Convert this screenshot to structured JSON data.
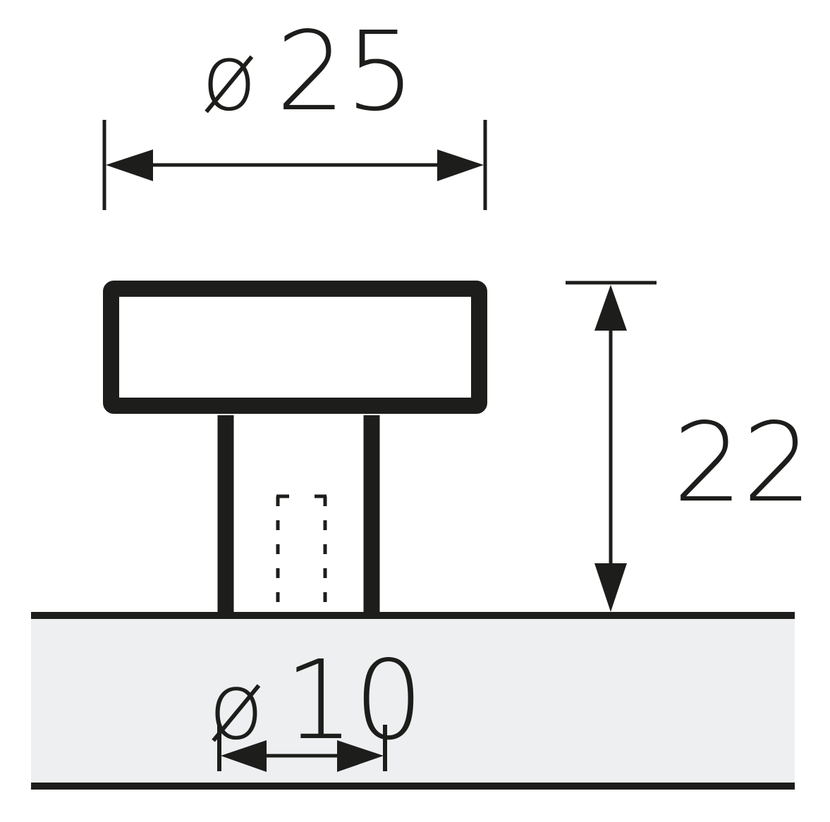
{
  "dimensions": {
    "top_diameter": {
      "symbol": "ø",
      "value": "25"
    },
    "height": {
      "value": "22"
    },
    "stem_diameter": {
      "symbol": "ø",
      "value": "10"
    }
  },
  "colors": {
    "line": "#1d1d1b",
    "surface": "#eeeff1",
    "background": "#ffffff"
  }
}
